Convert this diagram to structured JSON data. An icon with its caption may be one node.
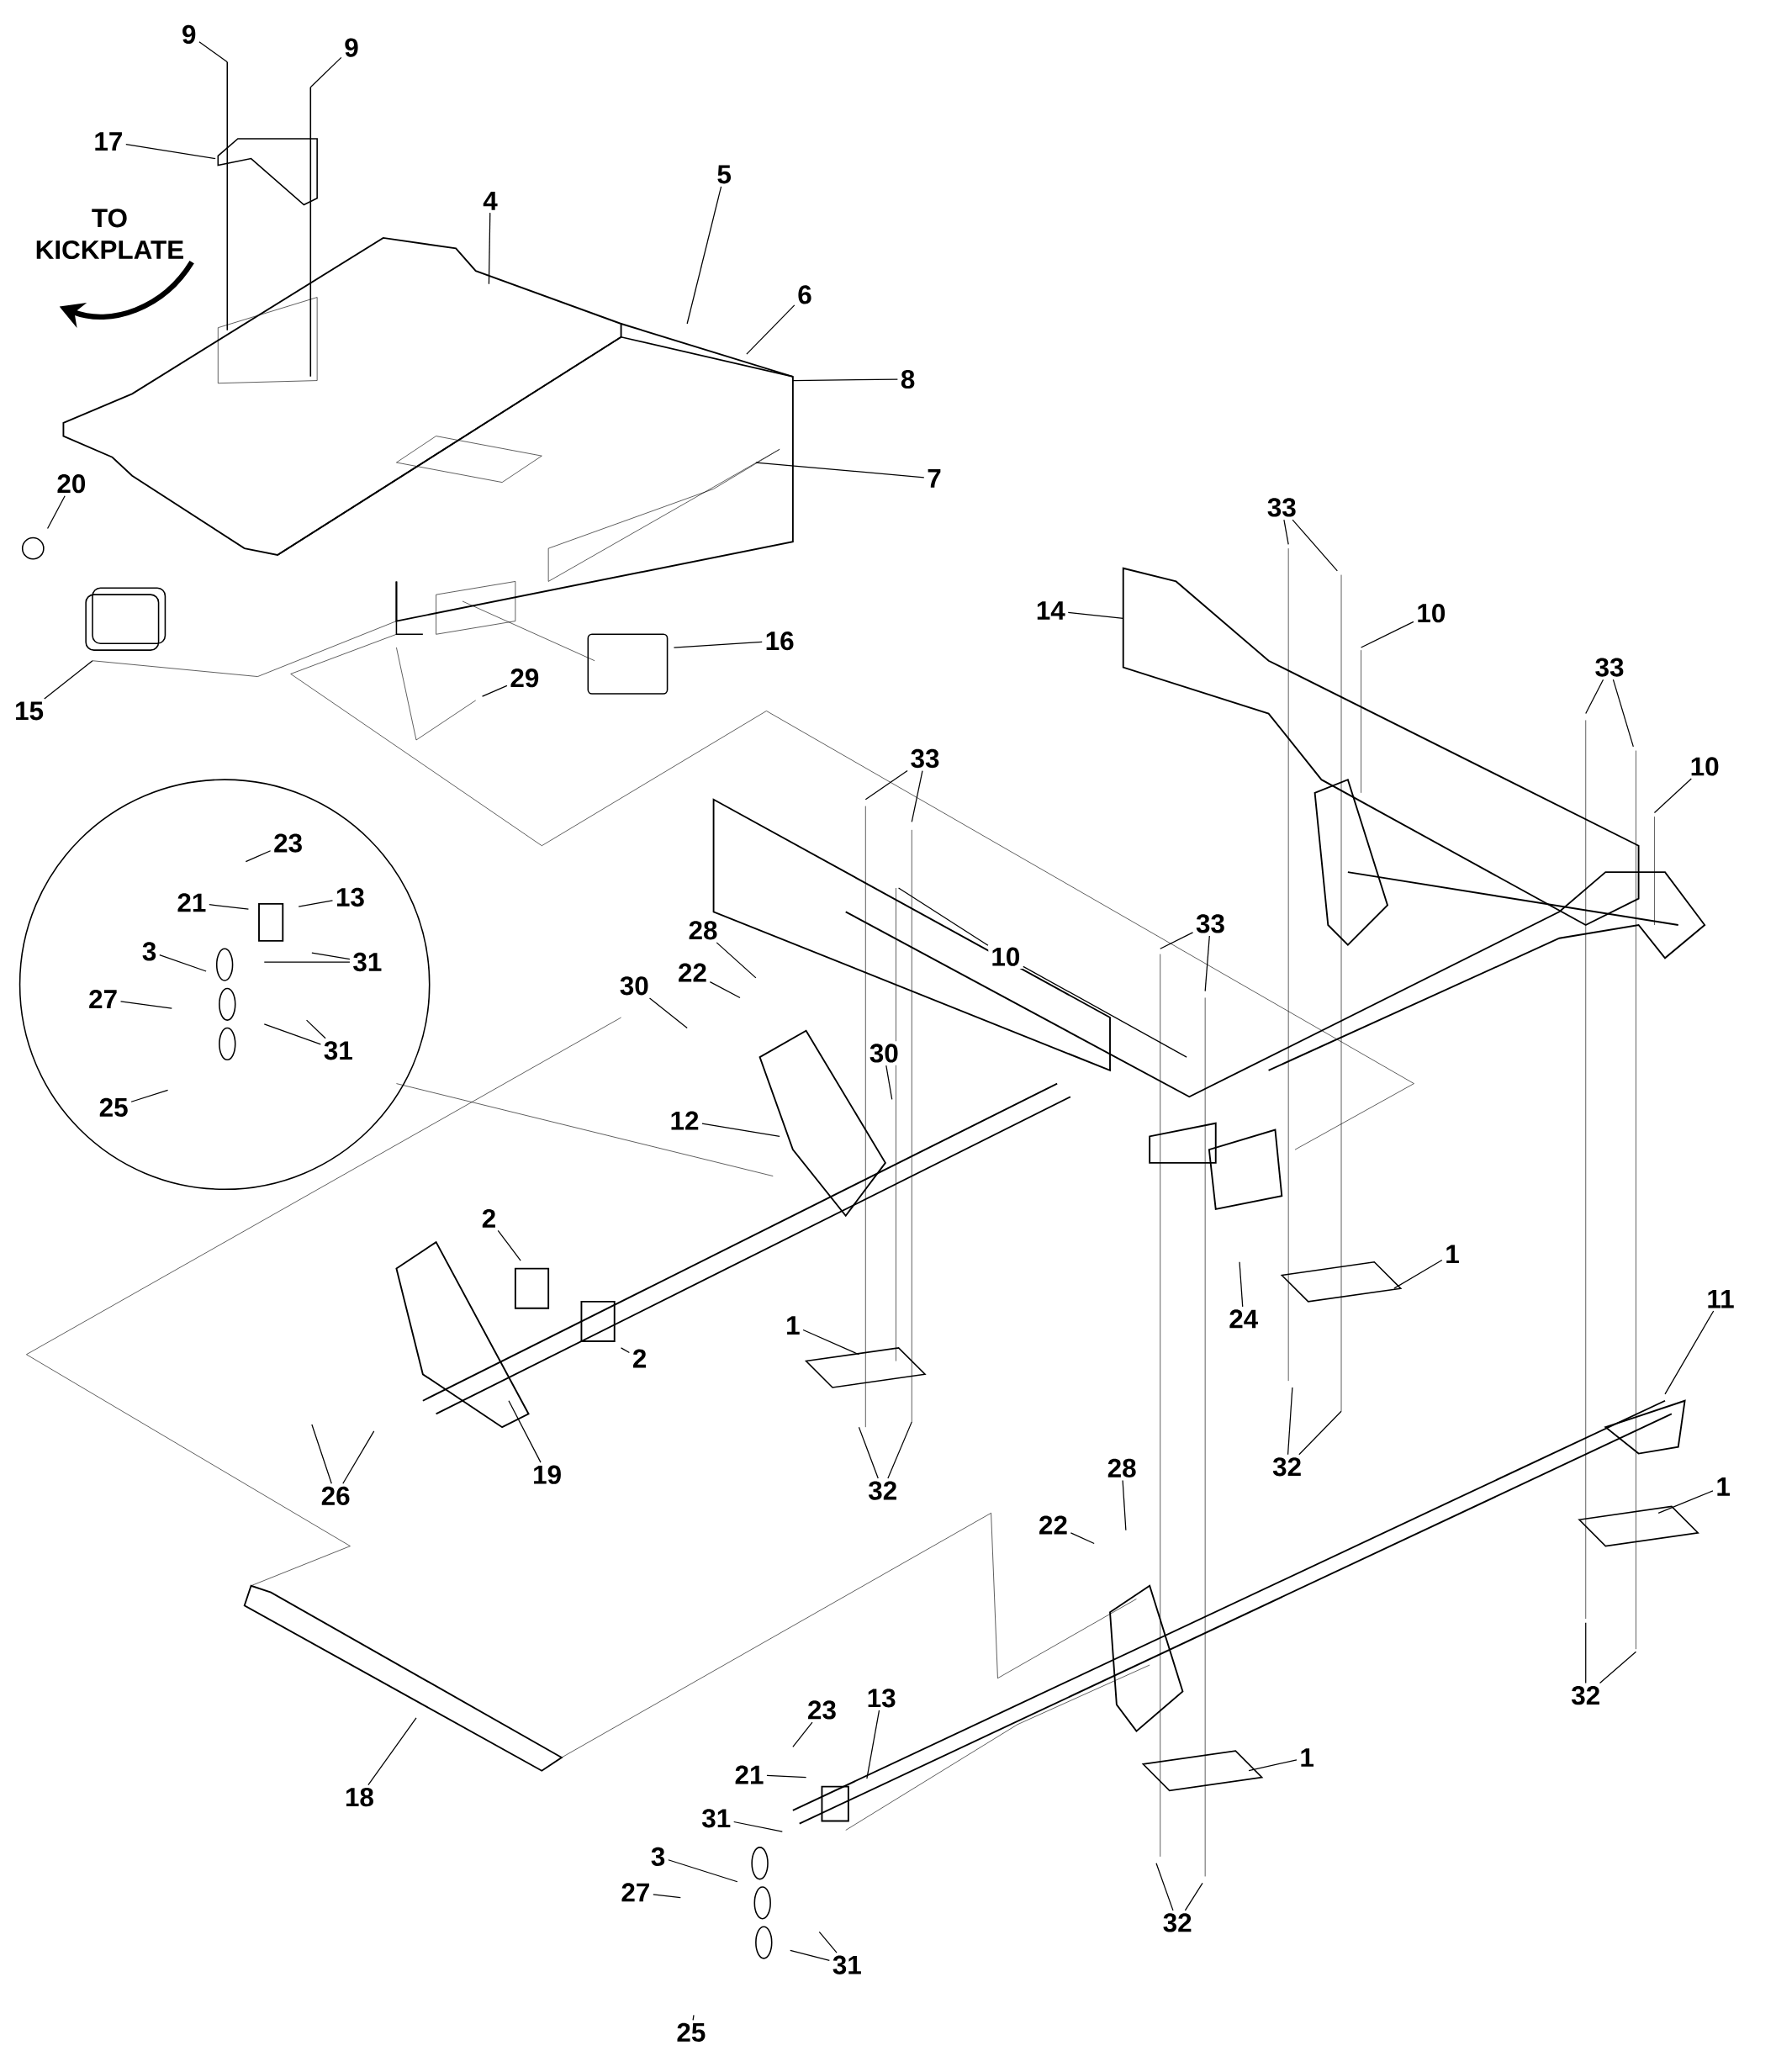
{
  "diagram": {
    "nodes": [
      {
        "text": [
          "9"
        ]
      },
      {
        "text": [
          "9"
        ]
      },
      {
        "text": [
          "17"
        ]
      },
      {
        "text": [
          "TO KICKPLATE"
        ]
      },
      {
        "text": [
          "4"
        ]
      },
      {
        "text": [
          "5"
        ]
      },
      {
        "text": [
          "6"
        ]
      },
      {
        "text": [
          "8"
        ]
      },
      {
        "text": [
          "7"
        ]
      },
      {
        "text": [
          "20"
        ]
      },
      {
        "text": [
          "15"
        ]
      },
      {
        "text": [
          "16"
        ]
      },
      {
        "text": [
          "29"
        ]
      },
      {
        "text": [
          "14"
        ]
      },
      {
        "text": [
          "33"
        ]
      },
      {
        "text": [
          "10"
        ]
      },
      {
        "text": [
          "33"
        ]
      },
      {
        "text": [
          "10"
        ]
      },
      {
        "text": [
          "33"
        ]
      },
      {
        "text": [
          "23"
        ]
      },
      {
        "text": [
          "21"
        ]
      },
      {
        "text": [
          "13"
        ]
      },
      {
        "text": [
          "3"
        ]
      },
      {
        "text": [
          "31"
        ]
      },
      {
        "text": [
          "27"
        ]
      },
      {
        "text": [
          "31"
        ]
      },
      {
        "text": [
          "25"
        ]
      },
      {
        "text": [
          "28"
        ]
      },
      {
        "text": [
          "22"
        ]
      },
      {
        "text": [
          "10"
        ]
      },
      {
        "text": [
          "30"
        ]
      },
      {
        "text": [
          "30"
        ]
      },
      {
        "text": [
          "33"
        ]
      },
      {
        "text": [
          "12"
        ]
      },
      {
        "text": [
          "2"
        ]
      },
      {
        "text": [
          "2"
        ]
      },
      {
        "text": [
          "1"
        ]
      },
      {
        "text": [
          "32"
        ]
      },
      {
        "text": [
          "26"
        ]
      },
      {
        "text": [
          "19"
        ]
      },
      {
        "text": [
          "24"
        ]
      },
      {
        "text": [
          "1"
        ]
      },
      {
        "text": [
          "32"
        ]
      },
      {
        "text": [
          "11"
        ]
      },
      {
        "text": [
          "1"
        ]
      },
      {
        "text": [
          "28"
        ]
      },
      {
        "text": [
          "22"
        ]
      },
      {
        "text": [
          "32"
        ]
      },
      {
        "text": [
          "18"
        ]
      },
      {
        "text": [
          "23"
        ]
      },
      {
        "text": [
          "13"
        ]
      },
      {
        "text": [
          "21"
        ]
      },
      {
        "text": [
          "1"
        ]
      },
      {
        "text": [
          "31"
        ]
      },
      {
        "text": [
          "3"
        ]
      },
      {
        "text": [
          "27"
        ]
      },
      {
        "text": [
          "32"
        ]
      },
      {
        "text": [
          "31"
        ]
      },
      {
        "text": [
          "25"
        ]
      }
    ],
    "edges": [
      {
        "from": 0,
        "to": null,
        "arrow": "none"
      },
      {
        "from": 1,
        "to": null,
        "arrow": "none"
      },
      {
        "from": 2,
        "to": null,
        "arrow": "none"
      },
      {
        "from": 3,
        "to": null,
        "arrow": "to",
        "style": "thick"
      },
      {
        "from": 4,
        "to": null,
        "arrow": "none"
      },
      {
        "from": 5,
        "to": null,
        "arrow": "none"
      },
      {
        "from": 6,
        "to": null,
        "arrow": "none"
      },
      {
        "from": 7,
        "to": null,
        "arrow": "none"
      },
      {
        "from": 8,
        "to": null,
        "arrow": "none"
      },
      {
        "from": 9,
        "to": null,
        "arrow": "none"
      },
      {
        "from": 10,
        "to": null,
        "arrow": "none"
      },
      {
        "from": 11,
        "to": null,
        "arrow": "none"
      },
      {
        "from": 12,
        "to": null,
        "arrow": "none"
      },
      {
        "from": 13,
        "to": null,
        "arrow": "none"
      },
      {
        "from": 14,
        "to": null,
        "arrow": "none"
      },
      {
        "from": 14,
        "to": null,
        "arrow": "none"
      },
      {
        "from": 15,
        "to": null,
        "arrow": "none"
      },
      {
        "from": 16,
        "to": null,
        "arrow": "none"
      },
      {
        "from": 16,
        "to": null,
        "arrow": "none"
      },
      {
        "from": 17,
        "to": null,
        "arrow": "none"
      },
      {
        "from": 18,
        "to": null,
        "arrow": "none"
      },
      {
        "from": 18,
        "to": null,
        "arrow": "none"
      },
      {
        "from": 19,
        "to": null,
        "arrow": "none"
      },
      {
        "from": 20,
        "to": null,
        "arrow": "none"
      },
      {
        "from": 21,
        "to": null,
        "arrow": "none"
      },
      {
        "from": 22,
        "to": null,
        "arrow": "none"
      },
      {
        "from": 23,
        "to": null,
        "arrow": "none"
      },
      {
        "from": 23,
        "to": null,
        "arrow": "none"
      },
      {
        "from": 24,
        "to": null,
        "arrow": "none"
      },
      {
        "from": 25,
        "to": null,
        "arrow": "none"
      },
      {
        "from": 25,
        "to": null,
        "arrow": "none"
      },
      {
        "from": 26,
        "to": null,
        "arrow": "none"
      },
      {
        "from": 27,
        "to": null,
        "arrow": "none"
      },
      {
        "from": 28,
        "to": null,
        "arrow": "none"
      },
      {
        "from": 29,
        "to": null,
        "arrow": "none"
      },
      {
        "from": 29,
        "to": null,
        "arrow": "none"
      },
      {
        "from": 30,
        "to": null,
        "arrow": "none"
      },
      {
        "from": 31,
        "to": null,
        "arrow": "none"
      },
      {
        "from": 32,
        "to": null,
        "arrow": "none"
      },
      {
        "from": 32,
        "to": null,
        "arrow": "none"
      },
      {
        "from": 33,
        "to": null,
        "arrow": "none"
      },
      {
        "from": 34,
        "to": null,
        "arrow": "none"
      },
      {
        "from": 35,
        "to": null,
        "arrow": "none"
      },
      {
        "from": 36,
        "to": null,
        "arrow": "none"
      },
      {
        "from": 37,
        "to": null,
        "arrow": "none"
      },
      {
        "from": 37,
        "to": null,
        "arrow": "none"
      },
      {
        "from": 38,
        "to": null,
        "arrow": "none"
      },
      {
        "from": 38,
        "to": null,
        "arrow": "none"
      },
      {
        "from": 39,
        "to": null,
        "arrow": "none"
      },
      {
        "from": 40,
        "to": null,
        "arrow": "none"
      },
      {
        "from": 41,
        "to": null,
        "arrow": "none"
      },
      {
        "from": 42,
        "to": null,
        "arrow": "none"
      },
      {
        "from": 42,
        "to": null,
        "arrow": "none"
      },
      {
        "from": 43,
        "to": null,
        "arrow": "none"
      },
      {
        "from": 44,
        "to": null,
        "arrow": "none"
      },
      {
        "from": 45,
        "to": null,
        "arrow": "none"
      },
      {
        "from": 46,
        "to": null,
        "arrow": "none"
      },
      {
        "from": 47,
        "to": null,
        "arrow": "none"
      },
      {
        "from": 47,
        "to": null,
        "arrow": "none"
      },
      {
        "from": 48,
        "to": null,
        "arrow": "none"
      },
      {
        "from": 49,
        "to": null,
        "arrow": "none"
      },
      {
        "from": 50,
        "to": null,
        "arrow": "none"
      },
      {
        "from": 51,
        "to": null,
        "arrow": "none"
      },
      {
        "from": 52,
        "to": null,
        "arrow": "none"
      },
      {
        "from": 53,
        "to": null,
        "arrow": "none"
      },
      {
        "from": 54,
        "to": null,
        "arrow": "none"
      },
      {
        "from": 55,
        "to": null,
        "arrow": "none"
      },
      {
        "from": 56,
        "to": null,
        "arrow": "none"
      },
      {
        "from": 56,
        "to": null,
        "arrow": "none"
      },
      {
        "from": 57,
        "to": null,
        "arrow": "none"
      },
      {
        "from": 57,
        "to": null,
        "arrow": "none"
      },
      {
        "from": 58,
        "to": null,
        "arrow": "none"
      }
    ]
  }
}
